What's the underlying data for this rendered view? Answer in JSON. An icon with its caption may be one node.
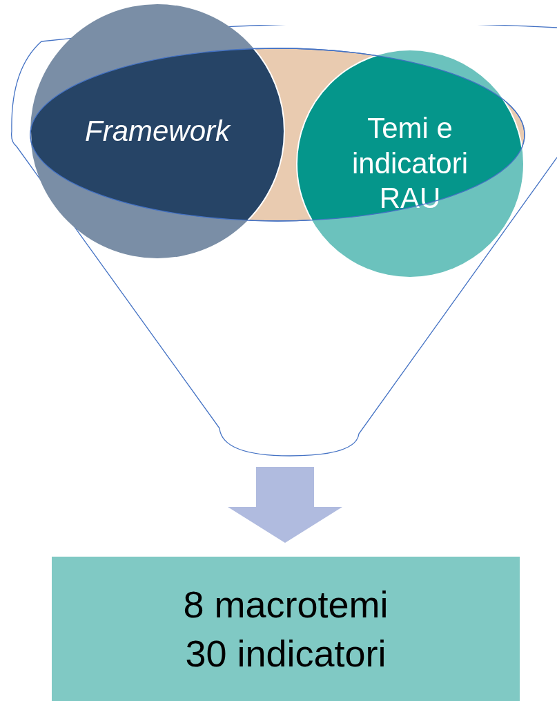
{
  "diagram": {
    "nodes": [
      {
        "text": [],
        "shape": "funnel"
      },
      {
        "text": [
          "Framework"
        ]
      },
      {
        "text": [
          "Temi e indicatori RAU"
        ],
        "in": 0
      },
      {
        "text": [
          "8 macrotemi 30 indicatori"
        ]
      }
    ],
    "edges": [
      {
        "from": 0,
        "to": 3,
        "arrow": "to",
        "style": "thick",
        "color": "#b0bbdf"
      }
    ]
  }
}
